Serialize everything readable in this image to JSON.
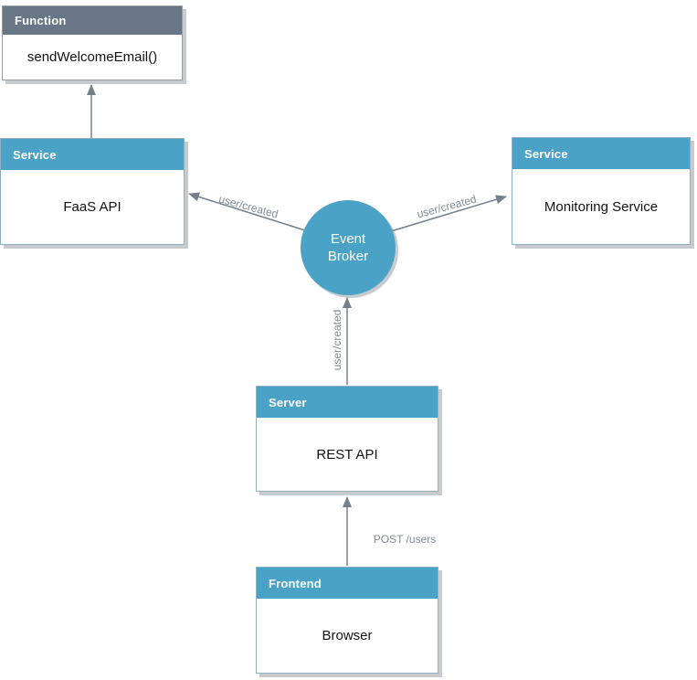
{
  "nodes": {
    "function": {
      "header": "Function",
      "body": "sendWelcomeEmail()"
    },
    "faas": {
      "header": "Service",
      "body": "FaaS API"
    },
    "monitoring": {
      "header": "Service",
      "body": "Monitoring Service"
    },
    "broker": {
      "line1": "Event",
      "line2": "Broker"
    },
    "server": {
      "header": "Server",
      "body": "REST API"
    },
    "frontend": {
      "header": "Frontend",
      "body": "Browser"
    }
  },
  "edge_labels": {
    "broker_to_faas": "user/created",
    "broker_to_monitoring": "user/created",
    "server_to_broker": "user/created",
    "frontend_to_server": "POST /users"
  },
  "colors": {
    "accent_blue": "#4aa3c6",
    "header_gray": "#697687",
    "edge_gray": "#75808a",
    "label_gray": "#828a93"
  }
}
